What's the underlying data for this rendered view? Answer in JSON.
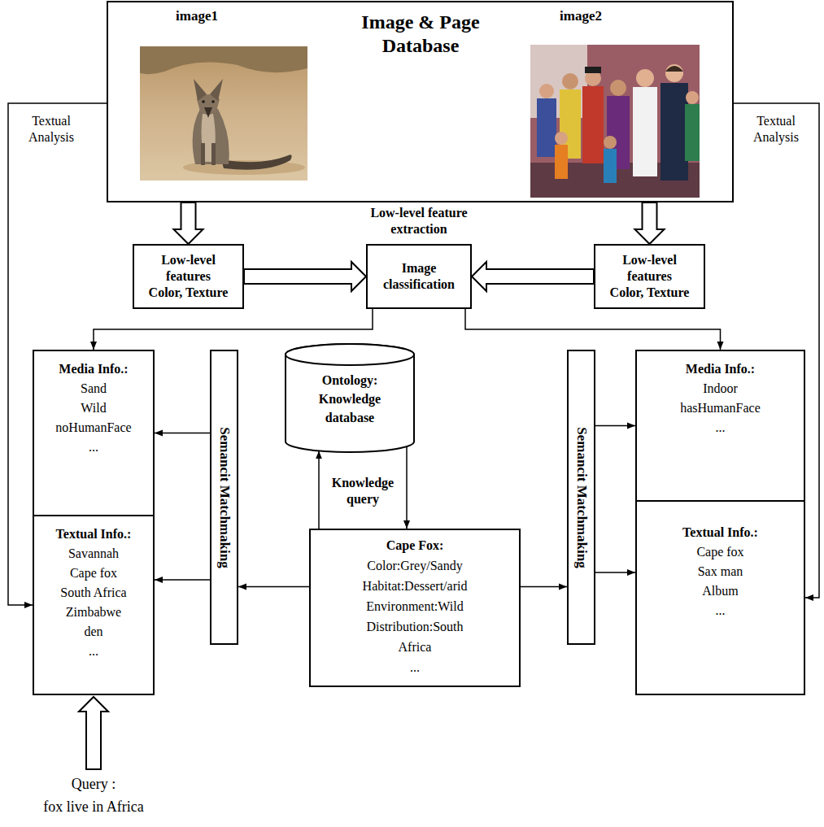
{
  "diagram": {
    "nodes": [
      {
        "text": [
          "image1",
          "Image & Page Database",
          "image2"
        ]
      },
      {
        "text": [
          "Low-level features",
          "Color, Texture"
        ]
      },
      {
        "text": [
          "Image classification"
        ]
      },
      {
        "text": [
          "Low-level features",
          "Color, Texture"
        ]
      },
      {
        "text": [
          "Media Info.:",
          "Sand",
          "Wild",
          "noHumanFace",
          "..."
        ]
      },
      {
        "text": [
          "Textual Info.:",
          "Savannah",
          "Cape fox",
          "South Africa",
          "Zimbabwe",
          "den",
          "..."
        ]
      },
      {
        "text": [
          "Semancit Matchmaking"
        ]
      },
      {
        "text": [
          "Ontology: Knowledge database"
        ]
      },
      {
        "text": [
          "Semancit Matchmaking"
        ]
      },
      {
        "text": [
          "Media Info.:",
          "Indoor",
          "hasHumanFace",
          "..."
        ]
      },
      {
        "text": [
          "Textual Info.:",
          "Cape fox",
          "Sax man",
          "Album",
          "..."
        ]
      },
      {
        "text": [
          "Cape Fox:",
          "Color:Grey/Sandy",
          "Habitat:Dessert/arid",
          "Environment:Wild",
          "Distribution:South Africa",
          "..."
        ]
      }
    ],
    "edges": [
      {
        "from": 0,
        "to": 1,
        "arrow": "to"
      },
      {
        "from": 0,
        "to": 3,
        "arrow": "to"
      },
      {
        "from": 1,
        "to": 2,
        "arrow": "to"
      },
      {
        "from": 3,
        "to": 2,
        "arrow": "to"
      },
      {
        "from": 2,
        "to": 4,
        "arrow": "to"
      },
      {
        "from": 2,
        "to": 9,
        "arrow": "to"
      },
      {
        "from": 0,
        "to": 5,
        "label": "Textual Analysis",
        "arrow": "to"
      },
      {
        "from": 0,
        "to": 10,
        "label": "Textual Analysis",
        "arrow": "to"
      },
      {
        "from": 6,
        "to": 4,
        "arrow": "to"
      },
      {
        "from": 6,
        "to": 5,
        "arrow": "to"
      },
      {
        "from": 11,
        "to": 6,
        "arrow": "to"
      },
      {
        "from": 11,
        "to": 8,
        "arrow": "to"
      },
      {
        "from": 8,
        "to": 9,
        "arrow": "to"
      },
      {
        "from": 8,
        "to": 10,
        "arrow": "to"
      },
      {
        "from": 11,
        "to": 7,
        "arrow": "to"
      },
      {
        "from": 7,
        "to": 11,
        "arrow": "to"
      }
    ],
    "labels": [
      "Low-level feature extraction",
      "Knowledge query",
      "Query :",
      "fox live in Africa"
    ]
  }
}
